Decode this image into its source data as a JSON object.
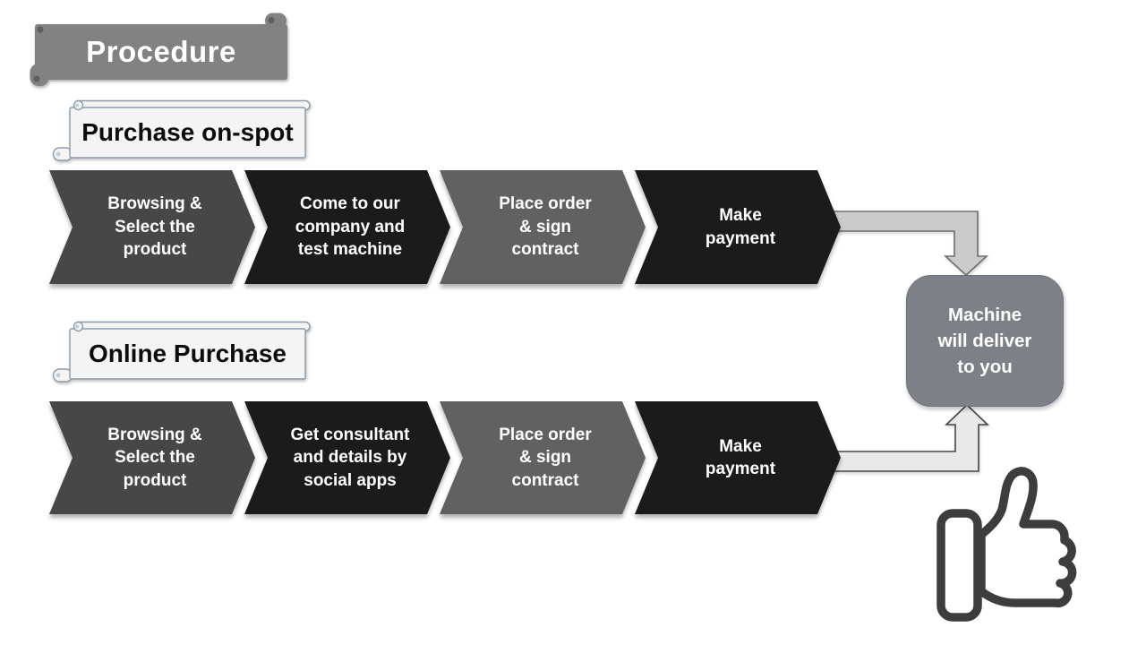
{
  "slide": {
    "title": "Procedure"
  },
  "flows": [
    {
      "label": "Purchase on-spot",
      "steps": [
        {
          "text": "Browsing &\nSelect the\nproduct"
        },
        {
          "text": "Come to our\ncompany and\ntest machine"
        },
        {
          "text": "Place order\n& sign\ncontract"
        },
        {
          "text": "Make\npayment"
        }
      ]
    },
    {
      "label": "Online Purchase",
      "steps": [
        {
          "text": "Browsing &\nSelect the\nproduct"
        },
        {
          "text": "Get consultant\nand details by\nsocial apps"
        },
        {
          "text": "Place order\n& sign\ncontract"
        },
        {
          "text": "Make\npayment"
        }
      ]
    }
  ],
  "result_box": {
    "text": "Machine\nwill deliver\nto you"
  },
  "icons": {
    "thumbs_up": "thumbs-up-icon",
    "arrow_top": "elbow-arrow-down",
    "arrow_bottom": "elbow-arrow-up"
  },
  "colors": {
    "banner_gray": "#828282",
    "banner_gray_dark": "#5e5e5e",
    "scroll_fill": "#f4f4f4",
    "scroll_border": "#8b9cab",
    "scroll_dot": "#c3ccd4",
    "step_dark_gray": "#474747",
    "step_black": "#1b1b1b",
    "step_mid_gray": "#616161",
    "step_text": "#ffffff",
    "result_fill": "#7d8086",
    "result_border": "#6b7380",
    "result_text": "#ffffff",
    "arrow_top_fill": "#cbcbcb",
    "arrow_top_stroke": "#6f6f6f",
    "arrow_bottom_fill": "#e9e9e9",
    "arrow_bottom_stroke": "#474747",
    "thumb_stroke": "#3d3d3d",
    "thumb_fill": "#ffffff",
    "title_text": "#ffffff",
    "label_text": "#0d0d0d"
  }
}
